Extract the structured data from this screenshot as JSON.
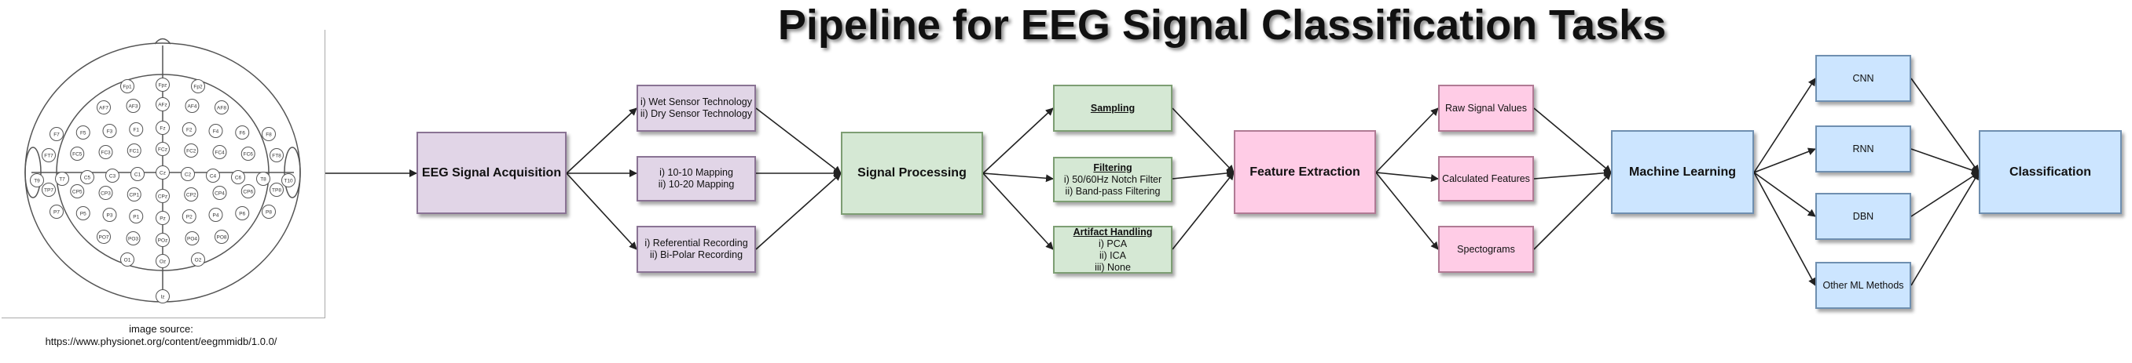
{
  "title": "Pipeline for EEG Signal Classification Tasks",
  "image_source": {
    "label": "image source:",
    "url": "https://www.physionet.org/content/eegmmidb/1.0.0/"
  },
  "nodes": {
    "acquisition": "EEG Signal Acquisition",
    "sensor_lines": [
      "i) Wet Sensor Technology",
      "ii) Dry Sensor Technology"
    ],
    "mapping_lines": [
      "i) 10-10 Mapping",
      "ii) 10-20 Mapping"
    ],
    "recording_lines": [
      "i) Referential Recording",
      "ii) Bi-Polar Recording"
    ],
    "processing": "Signal Processing",
    "sampling": "Sampling",
    "filtering_title": "Filtering",
    "filtering_lines": [
      "i) 50/60Hz Notch Filter",
      "ii) Band-pass Filtering"
    ],
    "artifact_title": "Artifact Handling",
    "artifact_lines": [
      "i) PCA",
      "ii) ICA",
      "iii) None"
    ],
    "feature_extraction": "Feature Extraction",
    "raw_signal": "Raw Signal Values",
    "calculated": "Calculated Features",
    "spectrograms": "Spectograms",
    "machine_learning": "Machine Learning",
    "cnn": "CNN",
    "rnn": "RNN",
    "dbn": "DBN",
    "other_ml": "Other ML Methods",
    "classification": "Classification"
  },
  "electrodes": {
    "row1": [
      "Fp1",
      "Fpz",
      "Fp2"
    ],
    "row2": [
      "AF7",
      "AF3",
      "AFz",
      "AF4",
      "AF8"
    ],
    "row3": [
      "F7",
      "F5",
      "F3",
      "F1",
      "Fz",
      "F2",
      "F4",
      "F6",
      "F8"
    ],
    "row4": [
      "FT7",
      "FC5",
      "FC3",
      "FC1",
      "FCz",
      "FC2",
      "FC4",
      "FC6",
      "FT8"
    ],
    "row5": [
      "T9",
      "T7",
      "C5",
      "C3",
      "C1",
      "Cz",
      "C2",
      "C4",
      "C6",
      "T8",
      "T10"
    ],
    "row6": [
      "TP7",
      "CP5",
      "CP3",
      "CP1",
      "CPz",
      "CP2",
      "CP4",
      "CP6",
      "TP8"
    ],
    "row7": [
      "P7",
      "P5",
      "P3",
      "P1",
      "Pz",
      "P2",
      "P4",
      "P6",
      "P8"
    ],
    "row8": [
      "PO7",
      "PO3",
      "POz",
      "PO4",
      "PO8"
    ],
    "row9": [
      "O1",
      "Oz",
      "O2"
    ],
    "row10": [
      "Iz"
    ]
  },
  "colors": {
    "purple": "#e1d5e7",
    "green": "#d5e8d4",
    "pink": "#ffcce6",
    "blue": "#cce5ff"
  }
}
